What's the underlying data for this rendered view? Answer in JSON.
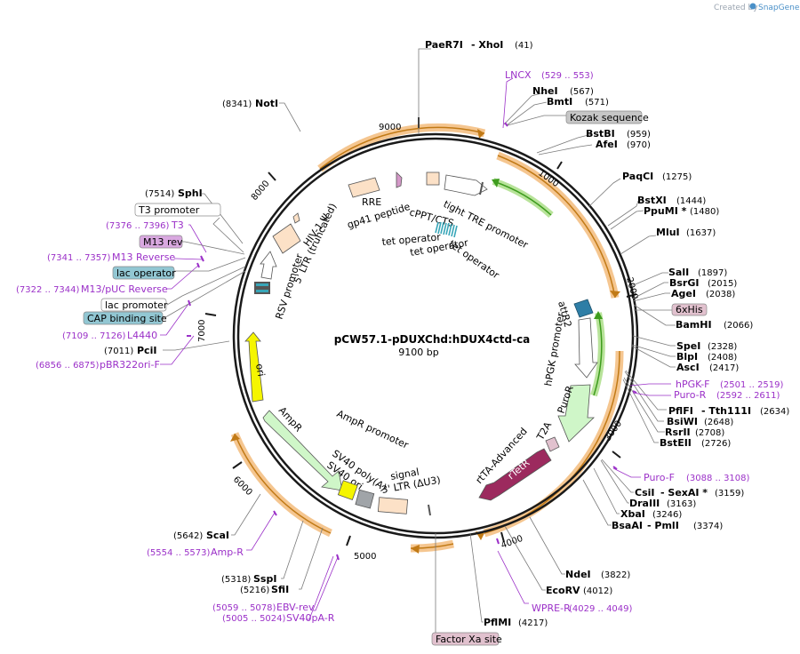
{
  "credit": {
    "prefix": "Created by",
    "brand": "SnapGene"
  },
  "plasmid": {
    "name": "pCW57.1-pDUXChd:hDUX4ctd-ca",
    "size": "9100 bp"
  },
  "ticks": [
    "1000",
    "2000",
    "3000",
    "4000",
    "5000",
    "6000",
    "7000",
    "8000",
    "9000"
  ],
  "sites": [
    {
      "name": "PaeR7I",
      "extra": "- XhoI",
      "pos": "(41)"
    },
    {
      "name": "NheI",
      "pos": "(567)"
    },
    {
      "name": "BmtI",
      "pos": "(571)"
    },
    {
      "name": "BstBI",
      "pos": "(959)"
    },
    {
      "name": "AfeI",
      "pos": "(970)"
    },
    {
      "name": "PaqCI",
      "pos": "(1275)"
    },
    {
      "name": "BstXI",
      "pos": "(1444)"
    },
    {
      "name": "PpuMI *",
      "pos": "(1480)"
    },
    {
      "name": "MluI",
      "pos": "(1637)"
    },
    {
      "name": "SalI",
      "pos": "(1897)"
    },
    {
      "name": "BsrGI",
      "pos": "(2015)"
    },
    {
      "name": "AgeI",
      "pos": "(2038)"
    },
    {
      "name": "BamHI",
      "pos": "(2066)"
    },
    {
      "name": "SpeI",
      "pos": "(2328)"
    },
    {
      "name": "BlpI",
      "pos": "(2408)"
    },
    {
      "name": "AscI",
      "pos": "(2417)"
    },
    {
      "name": "PflFI",
      "extra": "- Tth111I",
      "pos": "(2634)"
    },
    {
      "name": "BsiWI",
      "pos": "(2648)"
    },
    {
      "name": "RsrII",
      "pos": "(2708)"
    },
    {
      "name": "BstEII",
      "pos": "(2726)"
    },
    {
      "name": "CsiI",
      "extra": "- SexAI *",
      "pos": "(3159)"
    },
    {
      "name": "DraIII",
      "pos": "(3163)"
    },
    {
      "name": "XbaI",
      "pos": "(3246)"
    },
    {
      "name": "BsaAI",
      "extra": "- PmlI",
      "pos": "(3374)"
    },
    {
      "name": "NdeI",
      "pos": "(3822)"
    },
    {
      "name": "EcoRV",
      "pos": "(4012)"
    },
    {
      "name": "PflMI",
      "pos": "(4217)"
    },
    {
      "name": "SfiI",
      "pos": "(5216)"
    },
    {
      "name": "SspI",
      "pos": "(5318)"
    },
    {
      "name": "ScaI",
      "pos": "(5642)"
    },
    {
      "name": "PciI",
      "pos": "(7011)"
    },
    {
      "name": "SphI",
      "pos": "(7514)"
    },
    {
      "name": "NotI",
      "pos": "(8341)"
    }
  ],
  "primers": [
    {
      "name": "LNCX",
      "pos": "(529 .. 553)"
    },
    {
      "name": "hPGK-F",
      "pos": "(2501 .. 2519)"
    },
    {
      "name": "Puro-R",
      "pos": "(2592 .. 2611)"
    },
    {
      "name": "Puro-F",
      "pos": "(3088 .. 3108)"
    },
    {
      "name": "WPRE-R",
      "pos": "(4029 .. 4049)"
    },
    {
      "name": "EBV-rev",
      "pos": "(5059 .. 5078)"
    },
    {
      "name": "SV40pA-R",
      "pos": "(5005 .. 5024)"
    },
    {
      "name": "Amp-R",
      "pos": "(5554 .. 5573)"
    },
    {
      "name": "pBR322ori-F",
      "pos": "(6856 .. 6875)"
    },
    {
      "name": "L4440",
      "pos": "(7109 .. 7126)"
    },
    {
      "name": "M13/pUC Reverse",
      "pos": "(7322 .. 7344)"
    },
    {
      "name": "M13 Reverse",
      "pos": "(7341 .. 7357)"
    },
    {
      "name": "T3",
      "pos": "(7376 .. 7396)"
    }
  ],
  "boxed": {
    "kozak": "Kozak sequence",
    "his": "6xHis",
    "factorxa": "Factor Xa site",
    "t3prom": "T3 promoter",
    "m13rev": "M13 rev",
    "lacop": "lac operator",
    "lacprom": "lac promoter",
    "cap": "CAP binding site"
  },
  "features": {
    "tre": "tight TRE promoter",
    "cppt": "cPPT/CTS",
    "rre": "RRE",
    "gp41": "gp41 peptide",
    "hiv": "HIV-1 Ψ",
    "ltr5": "5' LTR (truncated)",
    "rsv": "RSV promoter",
    "tetop1": "tet operator",
    "tetop2": "tet operator",
    "tetop3": "tet operator",
    "attr2": "attR2",
    "hpgk": "hPGK promoter",
    "puror": "PuroR",
    "t2a": "T2A",
    "rtta": "rtTA-Advanced",
    "rtetr": "rTetR",
    "ampprom": "AmpR promoter",
    "ampr": "AmpR",
    "sv40pa": "SV40 poly(A)",
    "signal": "signal",
    "sv40ori": "SV40 ori",
    "ltr3": "3' LTR (ΔU3)",
    "ori": "ori"
  },
  "colors": {
    "orf_arc": "#f5c690",
    "orf_arrow": "#c17a16",
    "green_arc": "#b8e39a",
    "green_arrow": "#3e9c1e",
    "purple": "#9b30c8",
    "ori": "#f5f500",
    "ampr": "#cff6c8",
    "ltr": "#fce1c7",
    "rtetr": "#9c2a5e",
    "attr2": "#2e7ea6",
    "tetop": "#38a6b8",
    "box_gray": "#c6c6c6",
    "box_pink": "#e1c1ce",
    "box_m13": "#d9a8e0",
    "box_blue": "#92c7d3"
  }
}
